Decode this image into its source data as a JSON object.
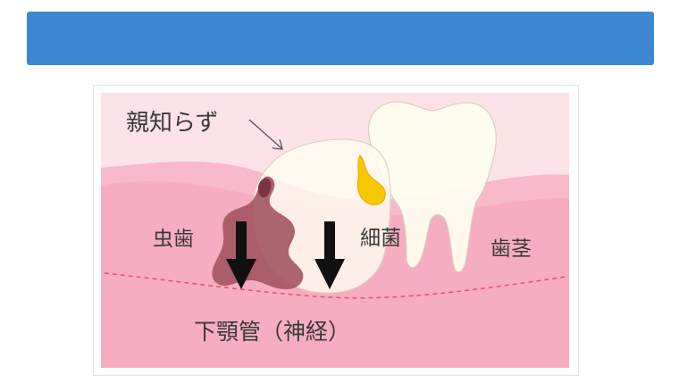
{
  "header": {
    "bar_color": "#3d87d2"
  },
  "figure": {
    "labels": {
      "wisdom_tooth": "親知らず",
      "cavity": "虫歯",
      "bacteria": "細菌",
      "gums": "歯茎",
      "canal": "下顎管（神経）"
    },
    "colors": {
      "background": "#fde3e7",
      "gum": "#f6adc1",
      "gum_light": "#f9c3d2",
      "tooth": "#fffdf0",
      "cavity": "#a3545f",
      "bacteria": "#f6c800",
      "nerve_line": "#e8506a",
      "arrow": "#111111"
    },
    "icons": {
      "pointer": "pointer-arrow-icon",
      "down_arrows": "arrow-down-icon"
    }
  }
}
